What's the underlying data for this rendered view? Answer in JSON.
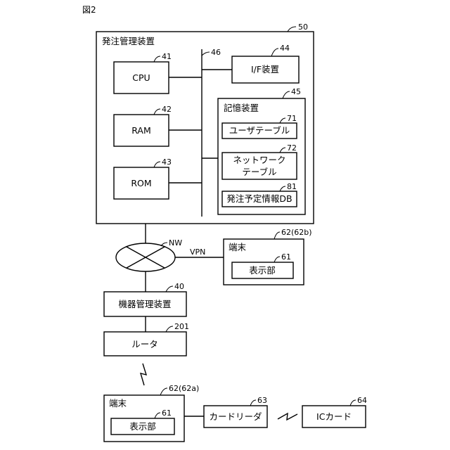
{
  "figure_label": "図2",
  "order_system": {
    "title": "発注管理装置",
    "ref": "50",
    "cpu": {
      "label": "CPU",
      "ref": "41"
    },
    "ram": {
      "label": "RAM",
      "ref": "42"
    },
    "rom": {
      "label": "ROM",
      "ref": "43"
    },
    "bus": {
      "ref": "46"
    },
    "interface": {
      "label": "I/F装置",
      "ref": "44"
    },
    "storage": {
      "title": "記憶装置",
      "ref": "45",
      "user_table": {
        "label": "ユーザテーブル",
        "ref": "71"
      },
      "network_table": {
        "label_lines": [
          "ネットワーク",
          "テーブル"
        ],
        "ref": "72"
      },
      "order_db": {
        "label": "発注予定情報DB",
        "ref": "81"
      }
    }
  },
  "network": {
    "label": "NW",
    "vpn_label": "VPN"
  },
  "terminal_b": {
    "title": "端末",
    "ref": "62(62b)",
    "display": {
      "label": "表示部",
      "ref": "61"
    }
  },
  "device_manager": {
    "label": "機器管理装置",
    "ref": "40"
  },
  "router": {
    "label": "ルータ",
    "ref": "201"
  },
  "terminal_a": {
    "title": "端末",
    "ref": "62(62a)",
    "display": {
      "label": "表示部",
      "ref": "61"
    }
  },
  "card_reader": {
    "label": "カードリーダ",
    "ref": "63"
  },
  "ic_card": {
    "label": "ICカード",
    "ref": "64"
  }
}
